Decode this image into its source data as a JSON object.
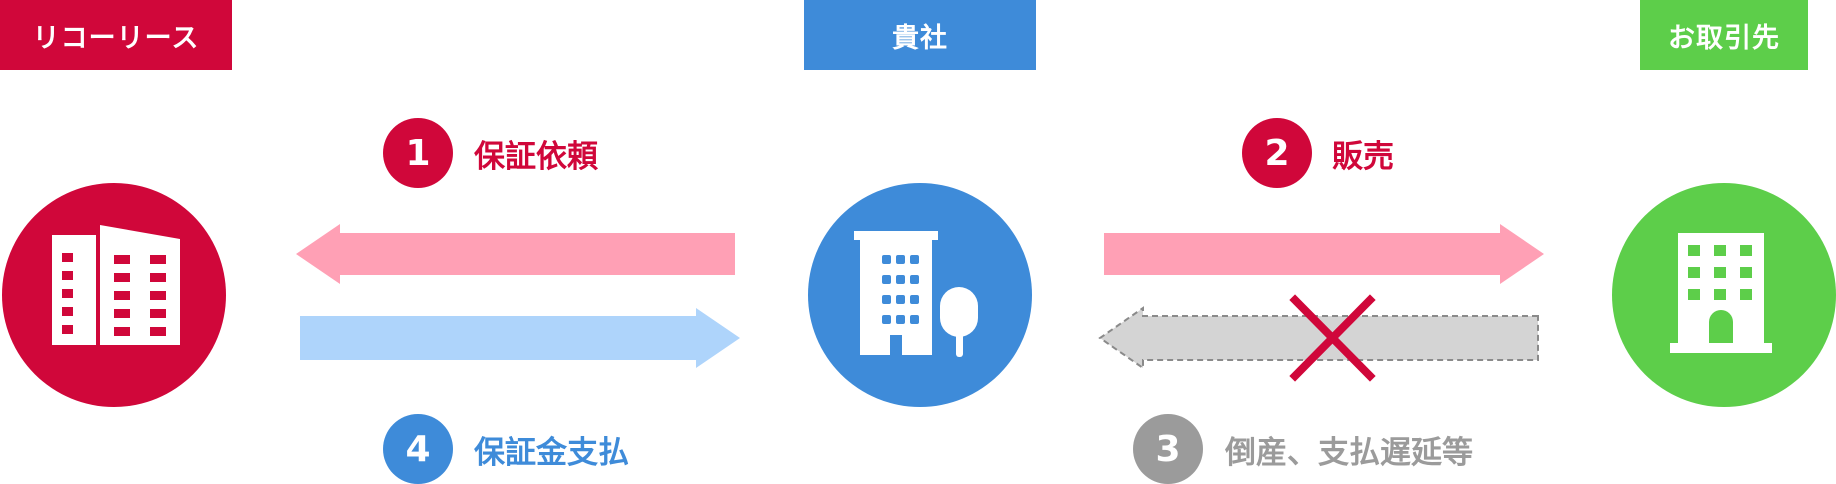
{
  "headers": {
    "left": "リコーリース",
    "middle": "貴社",
    "right": "お取引先"
  },
  "steps": [
    {
      "number": "1",
      "label": "保証依頼"
    },
    {
      "number": "2",
      "label": "販売"
    },
    {
      "number": "3",
      "label": "倒産、支払遅延等"
    },
    {
      "number": "4",
      "label": "保証金支払"
    }
  ],
  "entities": {
    "left_icon": "office-buildings-icon",
    "middle_icon": "office-building-with-tree-icon",
    "right_icon": "shop-building-icon"
  },
  "colors": {
    "ricoh_red": "#d0073a",
    "company_blue": "#3e8bd9",
    "partner_green": "#5dce4a",
    "arrow_pink": "#ffa0b5",
    "arrow_light_blue": "#aed4fb",
    "arrow_gray": "#d4d4d4",
    "step3_gray": "#9b9b9b",
    "cross_red": "#d0073a"
  }
}
